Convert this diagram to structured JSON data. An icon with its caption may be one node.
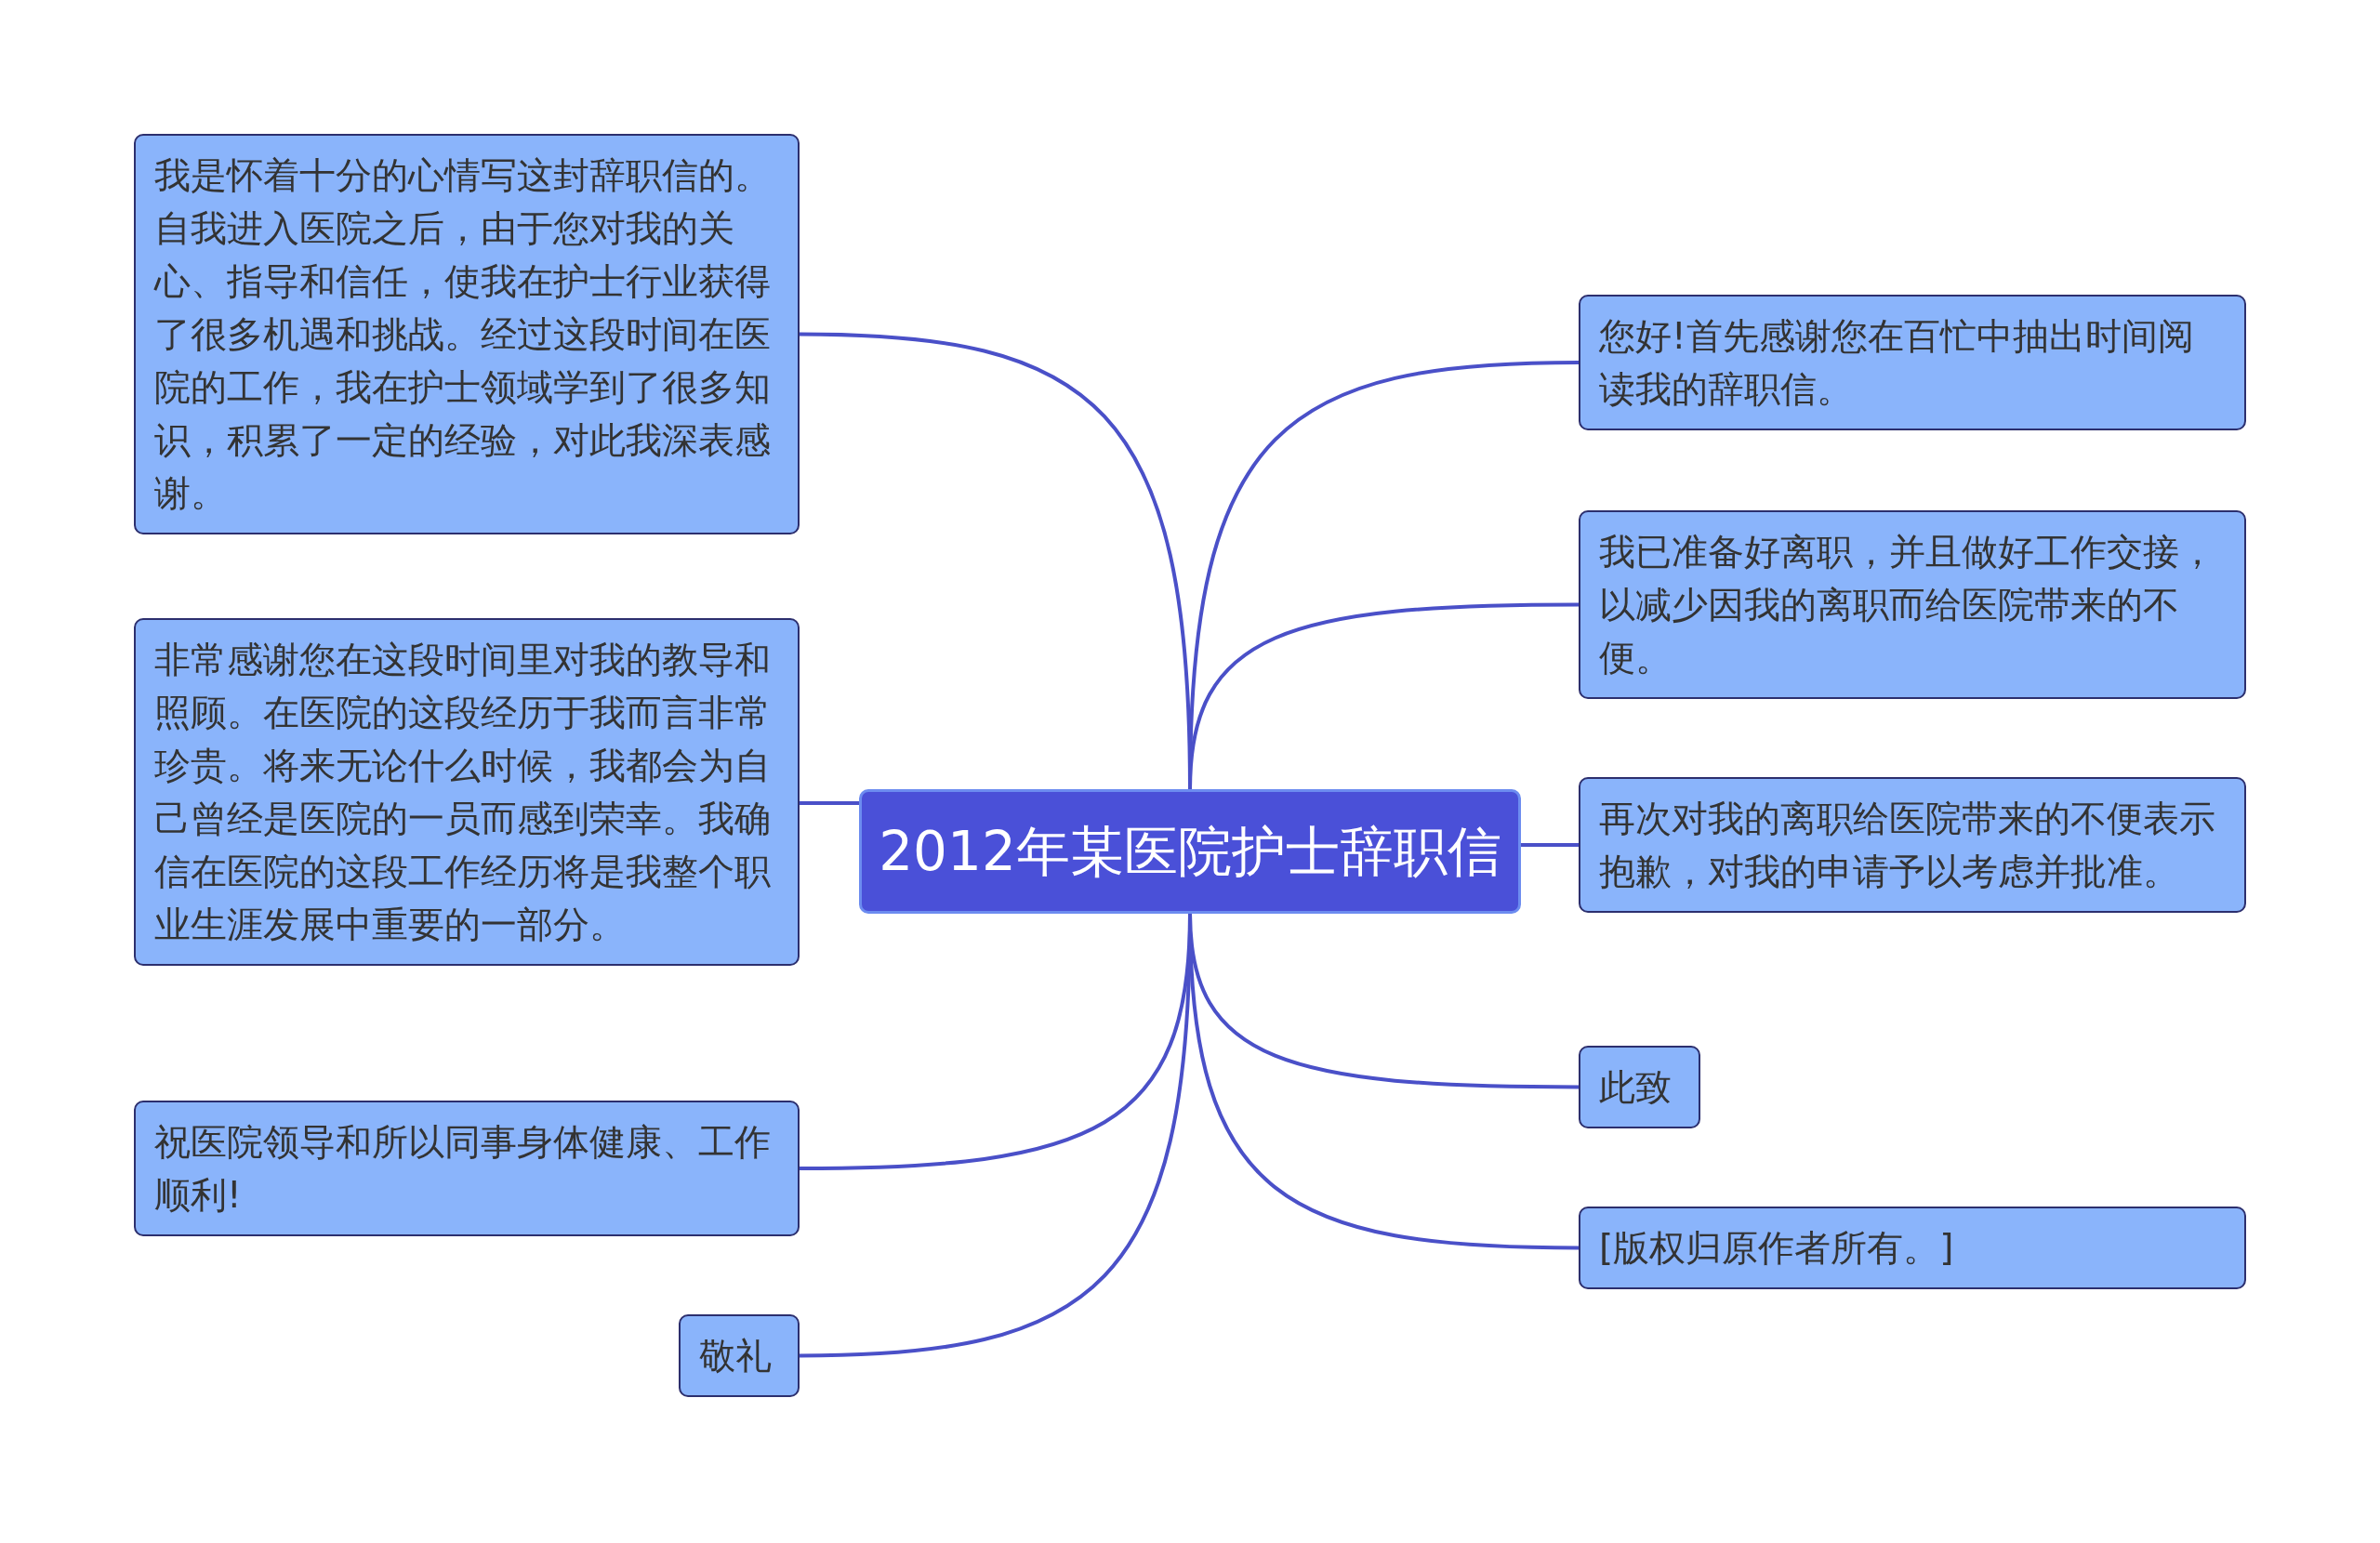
{
  "diagram": {
    "nodes": [
      {
        "text": [
          "2012年某医院护士辞职信"
        ]
      },
      {
        "text": [
          "我是怀着十分的心情写这封辞职信的。自我进入医院之后，由于您对我的关心、指导和信任，使我在护士行业获得了很多机遇和挑战。经过这段时间在医院的工作，我在护士领域学到了很多知识，积累了一定的经验，对此我深表感谢。"
        ]
      },
      {
        "text": [
          "非常感谢您在这段时间里对我的教导和照顾。在医院的这段经历于我而言非常珍贵。将来无论什么时候，我都会为自己曾经是医院的一员而感到荣幸。我确信在医院的这段工作经历将是我整个职业生涯发展中重要的一部分。"
        ]
      },
      {
        "text": [
          "祝医院领导和所以同事身体健康、工作顺利!"
        ]
      },
      {
        "text": [
          "敬礼"
        ]
      },
      {
        "text": [
          "您好!首先感谢您在百忙中抽出时间阅读我的辞职信。"
        ]
      },
      {
        "text": [
          "我已准备好离职，并且做好工作交接，以减少因我的离职而给医院带来的不便。"
        ]
      },
      {
        "text": [
          "再次对我的离职给医院带来的不便表示抱歉，对我的申请予以考虑并批准。"
        ]
      },
      {
        "text": [
          "此致"
        ]
      },
      {
        "text": [
          "[版权归原作者所有。]"
        ]
      }
    ],
    "edges": [
      {
        "from": 0,
        "to": 1,
        "arrow": "none"
      },
      {
        "from": 0,
        "to": 2,
        "arrow": "none"
      },
      {
        "from": 0,
        "to": 3,
        "arrow": "none"
      },
      {
        "from": 0,
        "to": 4,
        "arrow": "none"
      },
      {
        "from": 0,
        "to": 5,
        "arrow": "none"
      },
      {
        "from": 0,
        "to": 6,
        "arrow": "none"
      },
      {
        "from": 0,
        "to": 7,
        "arrow": "none"
      },
      {
        "from": 0,
        "to": 8,
        "arrow": "none"
      },
      {
        "from": 0,
        "to": 9,
        "arrow": "none"
      }
    ]
  }
}
